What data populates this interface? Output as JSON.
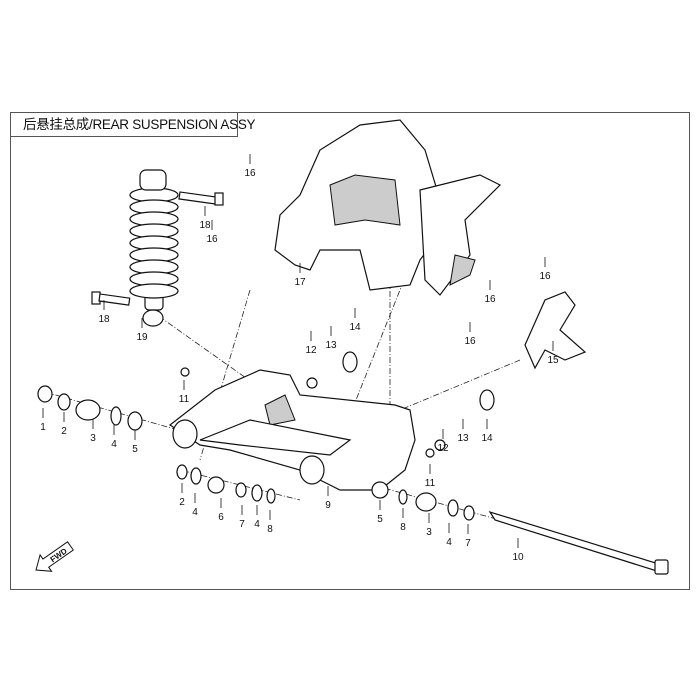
{
  "title": "后悬挂总成/REAR SUSPENSION  ASSY",
  "fwd_label": "FWD",
  "callouts": [
    "16",
    "18",
    "16",
    "17",
    "16",
    "16",
    "18",
    "19",
    "14",
    "12",
    "13",
    "16",
    "15",
    "11",
    "1",
    "2",
    "3",
    "4",
    "5",
    "12",
    "13",
    "14",
    "11",
    "2",
    "4",
    "6",
    "7",
    "4",
    "8",
    "9",
    "5",
    "8",
    "3",
    "4",
    "7",
    "10"
  ]
}
